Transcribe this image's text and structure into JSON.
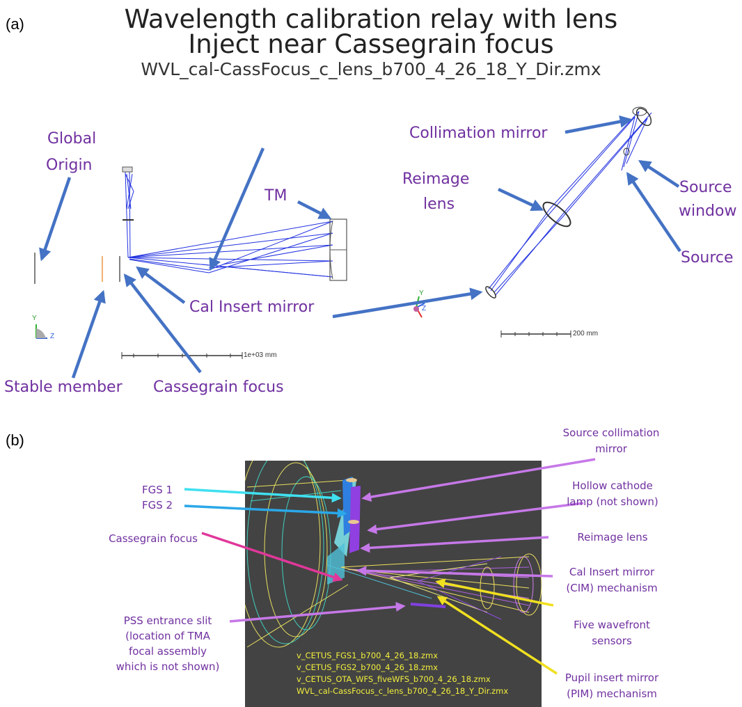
{
  "panels": {
    "a": "(a)",
    "b": "(b)"
  },
  "title": {
    "line1": "Wavelength calibration relay with lens",
    "line2": "Inject near Cassegrain focus",
    "file": "WVL_cal-CassFocus_c_lens_b700_4_26_18_Y_Dir.zmx"
  },
  "panel_a_labels": {
    "global": "Global",
    "origin": "Origin",
    "tm": "TM",
    "cal_insert": "Cal Insert mirror",
    "stable_member": "Stable member",
    "cassegrain_focus": "Cassegrain focus",
    "collimation_mirror": "Collimation mirror",
    "reimage": "Reimage",
    "lens": "lens",
    "source_window_1": "Source",
    "source_window_2": "window",
    "source": "Source"
  },
  "scalebars": {
    "left": "1e+03 mm",
    "right": "200 mm"
  },
  "axes": {
    "y": "Y",
    "z": "Z"
  },
  "panel_b_labels": {
    "fgs1": "FGS 1",
    "fgs2": "FGS 2",
    "cassegrain_focus": "Cassegrain focus",
    "pss_1": "PSS entrance slit",
    "pss_2": "(location of TMA",
    "pss_3": "focal assembly",
    "pss_4": "which is not shown)",
    "src_coll_1": "Source collimation",
    "src_coll_2": "mirror",
    "hollow_1": "Hollow cathode",
    "hollow_2": "lamp (not shown)",
    "reimage_lens": "Reimage lens",
    "cim_1": "Cal Insert mirror",
    "cim_2": "(CIM) mechanism",
    "five_1": "Five wavefront",
    "five_2": "sensors",
    "pim_1": "Pupil insert mirror",
    "pim_2": "(PIM) mechanism"
  },
  "files": [
    "v_CETUS_FGS1_b700_4_26_18.zmx",
    "v_CETUS_FGS2_b700_4_26_18.zmx",
    "v_CETUS_OTA_WFS_fiveWFS_b700_4_26_18.zmx",
    "WVL_cal-CassFocus_c_lens_b700_4_26_18_Y_Dir.zmx"
  ],
  "colors": {
    "label_purple": "#7030a0",
    "arrow_blue": "#4472c4",
    "ray_blue": "#2020e0",
    "panel_b_bg": "#434343",
    "arrow_cyan": "#3fe0f0",
    "arrow_magenta": "#e0379a",
    "arrow_violet": "#c678e8",
    "arrow_yellow": "#f0e020"
  }
}
